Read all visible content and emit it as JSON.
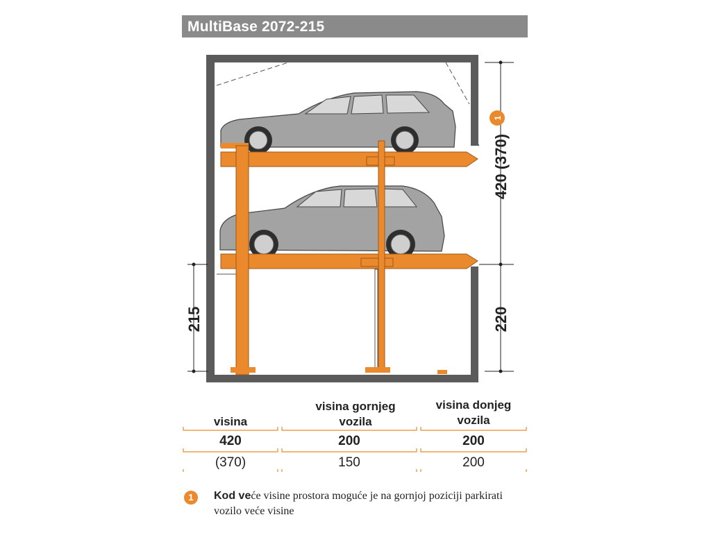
{
  "header": {
    "title": "MultiBase 2072-215"
  },
  "diagram": {
    "dim_left": "215",
    "dim_right_upper": "420 (370)",
    "dim_right_lower": "220",
    "badge": "1",
    "accent_color": "#ea8a2c",
    "wall_color": "#595959",
    "car_color": "#9a9a9a"
  },
  "table": {
    "headers": {
      "col1": "visina",
      "col2_line1": "visina gornjeg",
      "col2_line2": "vozila",
      "col3_line1": "visina donjeg",
      "col3_line2": "vozila"
    },
    "rows": [
      [
        "420",
        "200",
        "200"
      ],
      [
        "(370)",
        "150",
        "200"
      ]
    ]
  },
  "note": {
    "badge": "1",
    "bold_text": "Kod ve",
    "text": "će visine prostora moguće je na gornjoj poziciji parkirati vozilo veće visine"
  }
}
